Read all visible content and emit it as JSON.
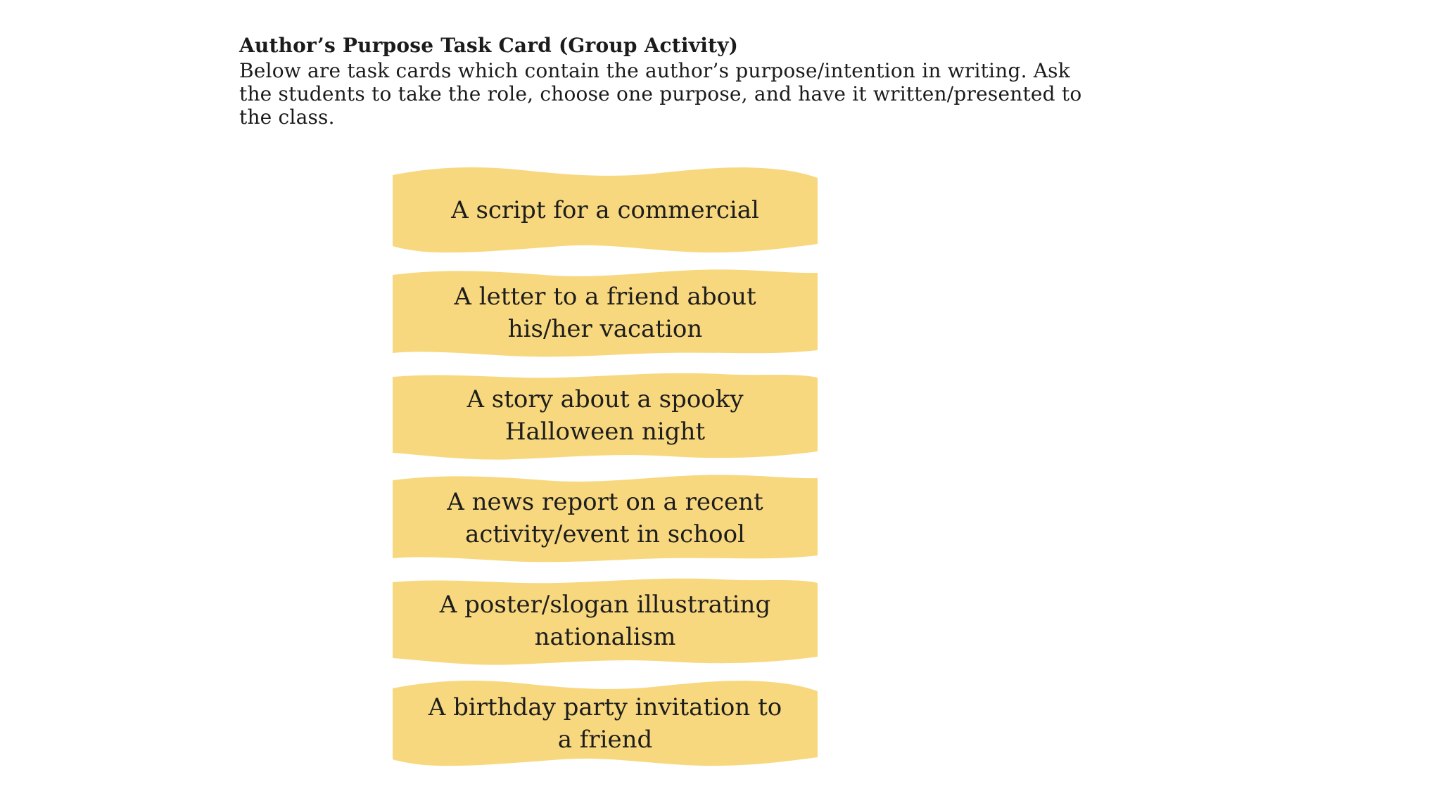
{
  "document": {
    "title": "Author’s Purpose Task Card (Group Activity)",
    "instructions": {
      "lines": [
        "Below are task cards which contain the author’s purpose/intention in writing. Ask",
        "the students to take the role, choose one purpose, and have it written/presented to",
        "the class."
      ]
    }
  },
  "cards": [
    {
      "id": "task-card-1",
      "lines": [
        "A script for a commercial",
        ""
      ]
    },
    {
      "id": "task-card-2",
      "lines": [
        "A letter to a friend about",
        "his/her vacation"
      ]
    },
    {
      "id": "task-card-3",
      "lines": [
        "A story about a spooky",
        "Halloween night"
      ]
    },
    {
      "id": "task-card-4",
      "lines": [
        "A news report on a recent",
        "activity/event in school"
      ]
    },
    {
      "id": "task-card-5",
      "lines": [
        "A poster/slogan illustrating",
        "nationalism"
      ]
    },
    {
      "id": "task-card-6",
      "lines": [
        "A birthday party invitation to",
        "a friend"
      ]
    }
  ],
  "colors": {
    "card_fill": "#F8D87E",
    "text": "#1B1B1B",
    "background": "#FFFFFF"
  }
}
